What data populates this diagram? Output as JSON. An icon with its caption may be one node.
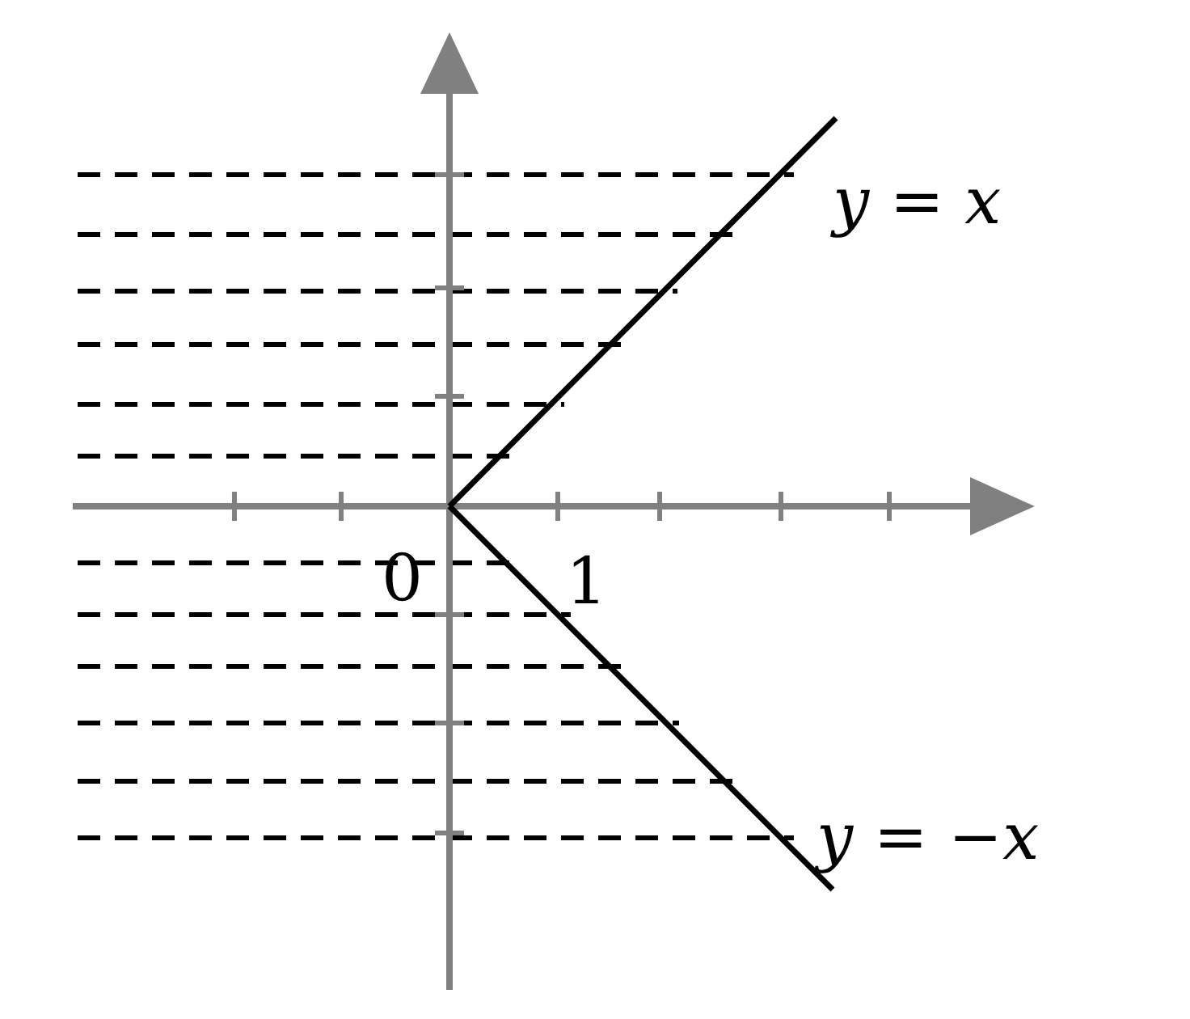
{
  "diagram": {
    "labels": [
      "*y* = *x*",
      "0",
      "1",
      "*y* = −*x*"
    ]
  }
}
